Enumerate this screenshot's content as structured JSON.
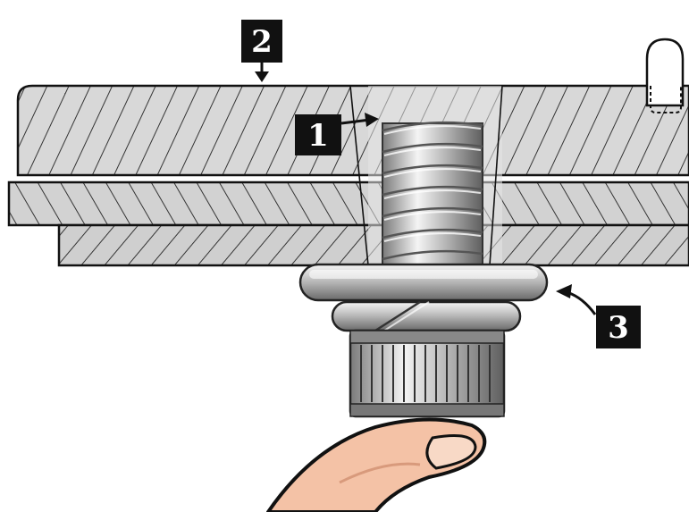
{
  "diagram": {
    "callouts": [
      {
        "id": "1",
        "label": "1",
        "points_to": "threaded-stud"
      },
      {
        "id": "2",
        "label": "2",
        "points_to": "top-panel"
      },
      {
        "id": "3",
        "label": "3",
        "points_to": "washer"
      }
    ],
    "colors": {
      "background": "#ffffff",
      "section_fill": "#d8d8d8",
      "hatch_stroke": "#222222",
      "outline": "#111111",
      "metal_light": "#f2f2f2",
      "metal_dark": "#6e6e6e",
      "callout_bg": "#111111",
      "callout_text": "#ffffff",
      "skin": "#f4c2a6",
      "skin_shadow": "#d89a7c"
    },
    "icons": [
      "hand-icon",
      "down-arrow-icon",
      "right-arrow-icon",
      "left-arrow-icon"
    ]
  }
}
